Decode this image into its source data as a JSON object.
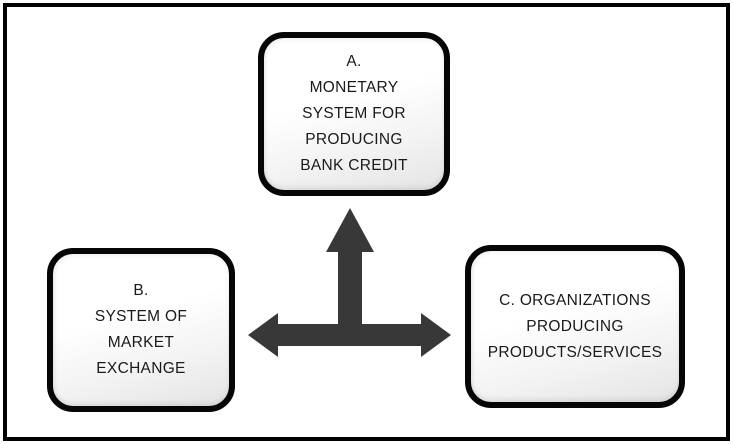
{
  "diagram": {
    "title": "three-part system diagram",
    "boxes": [
      {
        "id": "A",
        "name": "monetary-system-box",
        "lines": [
          "A.",
          "MONETARY",
          "SYSTEM FOR",
          "PRODUCING",
          "BANK CREDIT"
        ]
      },
      {
        "id": "B",
        "name": "market-exchange-box",
        "lines": [
          "B.",
          "SYSTEM OF",
          "MARKET",
          "EXCHANGE"
        ]
      },
      {
        "id": "C",
        "name": "organizations-box",
        "lines": [
          "C. ORGANIZATIONS",
          "PRODUCING",
          "PRODUCTS/SERVICES"
        ]
      }
    ],
    "connector": {
      "type": "three-way-arrow",
      "directions": [
        "up",
        "left",
        "right"
      ],
      "color": "#383838"
    },
    "colors": {
      "frame_border": "#000000",
      "box_border": "#060606",
      "box_fill": "#ffffff",
      "box_fill_shade": "#e4e4e4",
      "text": "#1a1a1a",
      "background": "#ffffff"
    }
  }
}
